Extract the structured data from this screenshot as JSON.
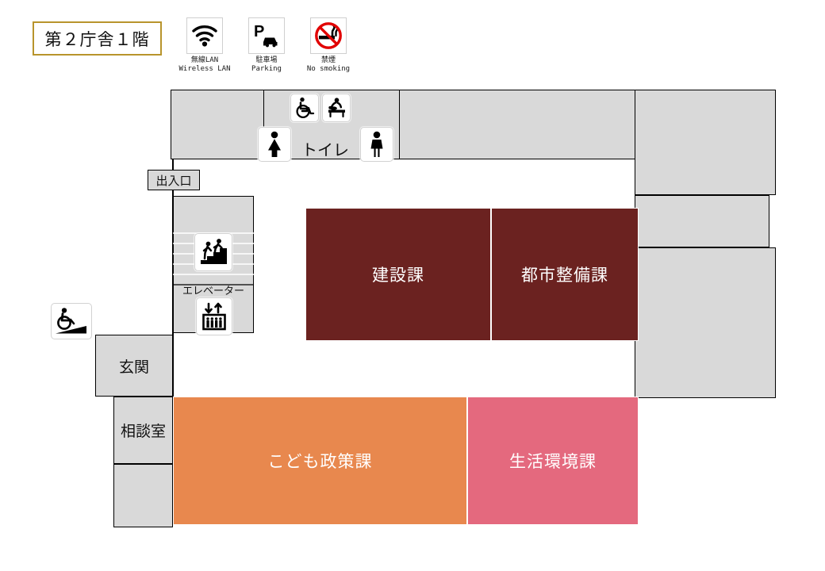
{
  "page": {
    "title": "第２庁舎１階",
    "title_border_color": "#b8942c",
    "background": "#ffffff"
  },
  "legend": {
    "items": [
      {
        "icon": "wifi-icon",
        "caption_ja": "無線LAN",
        "caption_en": "Wireless LAN"
      },
      {
        "icon": "parking-icon",
        "caption_ja": "駐車場",
        "caption_en": "Parking"
      },
      {
        "icon": "no-smoking-icon",
        "caption_ja": "禁煙",
        "caption_en": "No smoking"
      }
    ]
  },
  "map": {
    "badges": {
      "entrance_exit": "出入口",
      "elevator": "エレベーター"
    },
    "labels": {
      "toilet": "トイレ"
    },
    "pictograms": [
      {
        "name": "wheelchair-accessible-icon"
      },
      {
        "name": "baby-changing-icon"
      },
      {
        "name": "womens-restroom-icon"
      },
      {
        "name": "mens-restroom-icon"
      },
      {
        "name": "stairs-icon"
      },
      {
        "name": "elevator-icon"
      },
      {
        "name": "wheelchair-ramp-icon"
      }
    ],
    "rooms": [
      {
        "id": "room-top-left",
        "label": "",
        "color": "#d9d9d9",
        "text_color": "#111111"
      },
      {
        "id": "room-toilet",
        "label": "",
        "color": "#d9d9d9",
        "text_color": "#111111"
      },
      {
        "id": "room-top-right",
        "label": "",
        "color": "#d9d9d9",
        "text_color": "#111111"
      },
      {
        "id": "room-right-upper",
        "label": "",
        "color": "#d9d9d9",
        "text_color": "#111111"
      },
      {
        "id": "room-right-middle",
        "label": "",
        "color": "#d9d9d9",
        "text_color": "#111111"
      },
      {
        "id": "room-right-lower",
        "label": "",
        "color": "#d9d9d9",
        "text_color": "#111111"
      },
      {
        "id": "room-stairwell",
        "label": "",
        "color": "#d9d9d9",
        "text_color": "#111111"
      },
      {
        "id": "room-genkan",
        "label": "玄関",
        "color": "#d9d9d9",
        "text_color": "#111111"
      },
      {
        "id": "room-soudanshitsu",
        "label": "相談室",
        "color": "#d9d9d9",
        "text_color": "#111111"
      },
      {
        "id": "room-bottom-left",
        "label": "",
        "color": "#d9d9d9",
        "text_color": "#111111"
      },
      {
        "id": "room-kensetsuka",
        "label": "建設課",
        "color": "#6b2220",
        "text_color": "#ffffff"
      },
      {
        "id": "room-toshiseibika",
        "label": "都市整備課",
        "color": "#6b2220",
        "text_color": "#ffffff"
      },
      {
        "id": "room-kodomoseisaku",
        "label": "こども政策課",
        "color": "#e8884e",
        "text_color": "#ffffff"
      },
      {
        "id": "room-seikatsukankyo",
        "label": "生活環境課",
        "color": "#e4697e",
        "text_color": "#ffffff"
      }
    ]
  }
}
